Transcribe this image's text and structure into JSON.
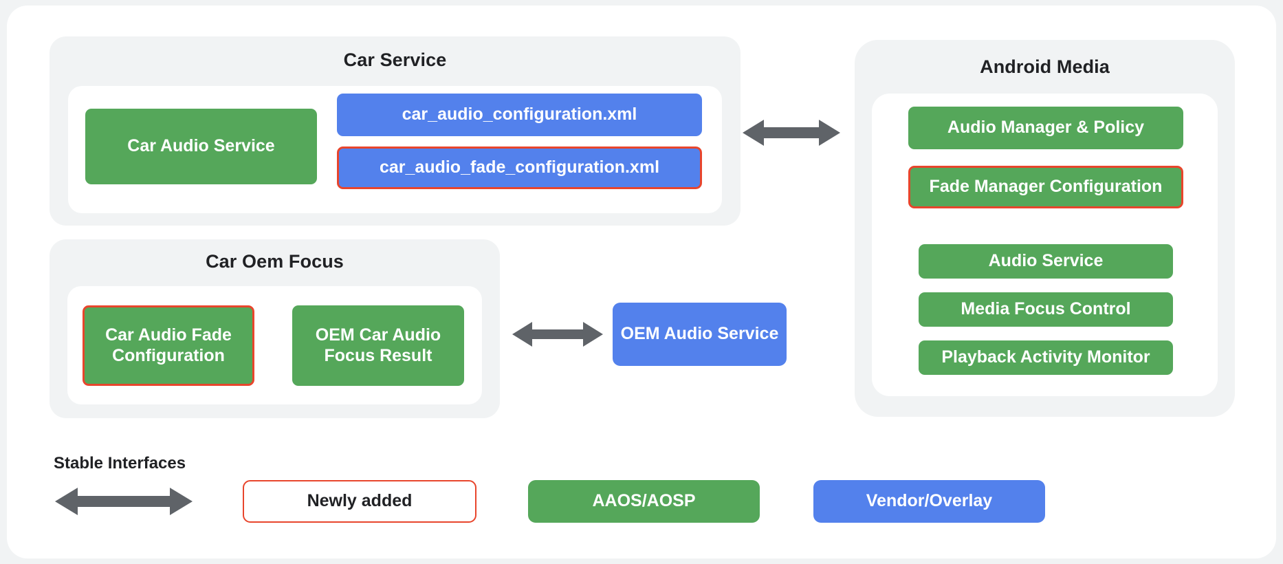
{
  "diagram": {
    "groups": [
      {
        "id": "car-service",
        "title": "Car Service",
        "nodes": [
          {
            "id": "car-audio-service",
            "label": "Car Audio Service",
            "color": "green",
            "newly": false
          },
          {
            "id": "car-audio-configuration-xml",
            "label": "car_audio_configuration.xml",
            "color": "blue",
            "newly": false
          },
          {
            "id": "car-audio-fade-configuration-xml",
            "label": "car_audio_fade_configuration.xml",
            "color": "blue",
            "newly": true
          }
        ]
      },
      {
        "id": "car-oem-focus",
        "title": "Car Oem Focus",
        "nodes": [
          {
            "id": "car-audio-fade-configuration",
            "label": "Car Audio Fade Configuration",
            "color": "green",
            "newly": true
          },
          {
            "id": "oem-car-audio-focus-result",
            "label": "OEM Car Audio Focus Result",
            "color": "green",
            "newly": false
          }
        ]
      },
      {
        "id": "android-media",
        "title": "Android Media",
        "nodes": [
          {
            "id": "audio-manager-policy",
            "label": "Audio Manager & Policy",
            "color": "green",
            "newly": false
          },
          {
            "id": "fade-manager-configuration",
            "label": "Fade Manager Configuration",
            "color": "green",
            "newly": true
          },
          {
            "id": "audio-service",
            "label": "Audio Service",
            "color": "green",
            "newly": false
          },
          {
            "id": "media-focus-control",
            "label": "Media Focus Control",
            "color": "green",
            "newly": false
          },
          {
            "id": "playback-activity-monitor",
            "label": "Playback Activity Monitor",
            "color": "green",
            "newly": false
          }
        ]
      }
    ],
    "standalone_nodes": [
      {
        "id": "oem-audio-service",
        "label": "OEM Audio Service",
        "color": "blue",
        "newly": false
      }
    ],
    "connectors": [
      {
        "id": "car-service-to-android-media",
        "kind": "double-arrow"
      },
      {
        "id": "car-oem-focus-to-oem-audio-service",
        "kind": "double-arrow"
      }
    ]
  },
  "legend": {
    "stable_interfaces_label": "Stable Interfaces",
    "arrow_name": "double-arrow-icon",
    "items": [
      {
        "id": "newly-added",
        "label": "Newly added",
        "style": "outline"
      },
      {
        "id": "aaos-aosp",
        "label": "AAOS/AOSP",
        "style": "green"
      },
      {
        "id": "vendor-overlay",
        "label": "Vendor/Overlay",
        "style": "blue"
      }
    ]
  },
  "colors": {
    "green": "#55a75a",
    "blue": "#5381ec",
    "newly_added_outline": "#e8452c",
    "arrow": "#5f6368",
    "panel_bg": "#f1f3f4",
    "card_bg": "#ffffff",
    "text_dark": "#202124"
  }
}
